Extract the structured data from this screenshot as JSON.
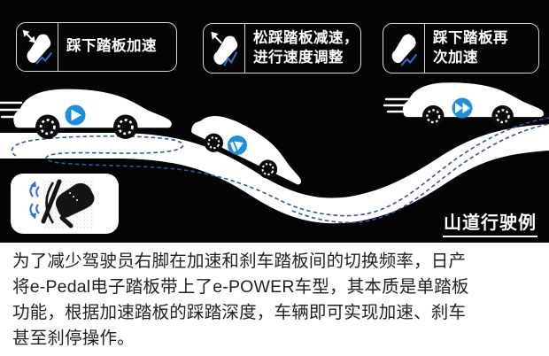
{
  "colors": {
    "background": "#000000",
    "panel_black": "#040404",
    "box_border": "#d8d8d8",
    "label_text": "#ffffff",
    "badge_blue": "#1e8ede",
    "dash_blue": "#2b55ad",
    "accent_blue": "#2e6fd8",
    "article_text": "#1f1f1f",
    "article_bg": "#ffffff"
  },
  "scene": {
    "steps": [
      {
        "line1": "踩下踏板加速",
        "line2": "",
        "icon": "pedal-press-icon"
      },
      {
        "line1": "松踩踏板减速，",
        "line2": "进行速度调整",
        "icon": "pedal-release-icon"
      },
      {
        "line1": "踩下踏板再",
        "line2": "次加速",
        "icon": "pedal-press-again-icon"
      }
    ],
    "badges": {
      "car1": "play-icon",
      "car2": "decelerate-play-icon",
      "car3": "fast-forward-icon"
    },
    "caption": "山道行驶例"
  },
  "article": {
    "lines": [
      "为了减少驾驶员右脚在加速和刹车踏板间的切换频率，日产",
      "将e-Pedal电子踏板带上了e-POWER车型，其本质是单踏板",
      "功能，根据加速踏板的踩踏深度，车辆即可实现加速、刹车",
      "甚至刹停操作。"
    ]
  }
}
